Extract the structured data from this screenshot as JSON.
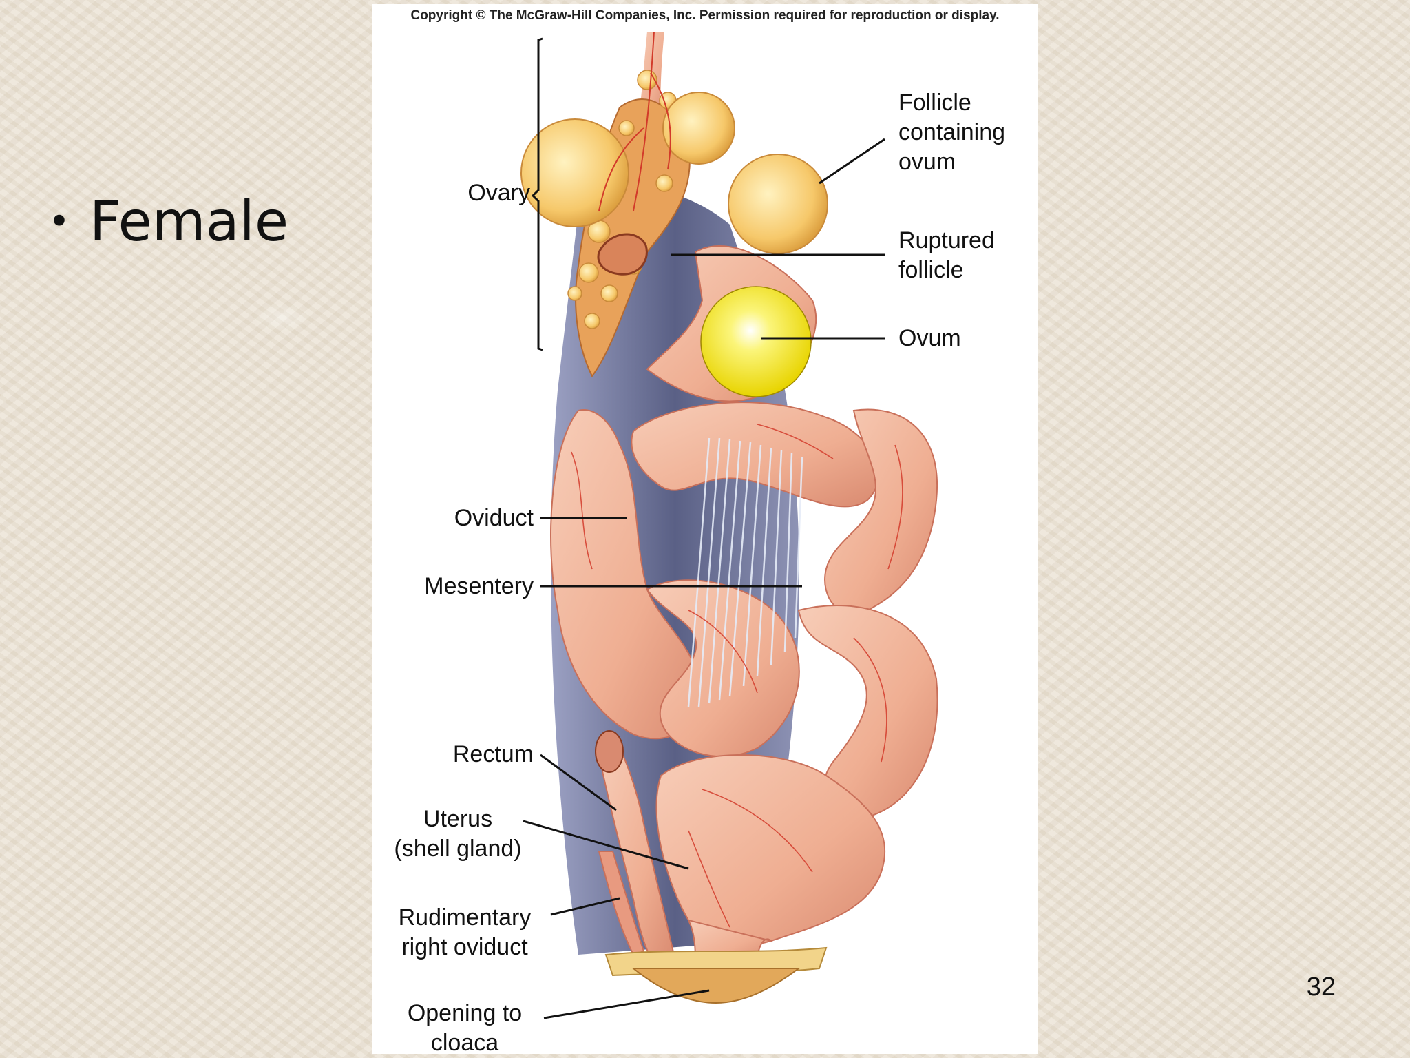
{
  "slide": {
    "bullet": "Female",
    "page_number": "32"
  },
  "figure": {
    "copyright": "Copyright © The McGraw-Hill Companies, Inc. Permission required for reproduction or display.",
    "labels": {
      "ovary": "Ovary",
      "follicle": [
        "Follicle",
        "containing",
        "ovum"
      ],
      "ruptured_follicle": [
        "Ruptured",
        "follicle"
      ],
      "ovum": "Ovum",
      "oviduct": "Oviduct",
      "mesentery": "Mesentery",
      "rectum": "Rectum",
      "uterus": [
        "Uterus",
        "(shell gland)"
      ],
      "rudimentary_right_oviduct": [
        "Rudimentary",
        "right oviduct"
      ],
      "opening_to_cloaca": [
        "Opening to",
        "cloaca"
      ]
    }
  },
  "colors": {
    "tissue": "#f0b49a",
    "tissue_edge": "#c9705a",
    "vessel": "#d23a2a",
    "follicle": "#f3c565",
    "ovum": "#f6ee30",
    "body_cavity": "#3d4470"
  }
}
